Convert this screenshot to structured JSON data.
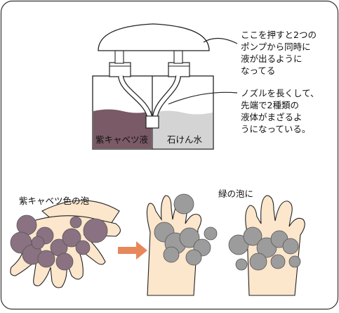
{
  "annotations": {
    "pump_note": "ここを押すと2つの\nポンプから同時に\n液が出るように\nなってる",
    "nozzle_note": "ノズルを長くして、\n先端で2種類の\n液体がまざるよ\nうになっている。"
  },
  "containers": {
    "left_label": "紫キャベツ液",
    "right_label": "石けん水"
  },
  "hands": {
    "before_label": "紫キャベツ色の泡",
    "after_label": "緑の泡に"
  },
  "colors": {
    "purple_liquid": "#7a5a66",
    "purple_foam": "#8a7282",
    "soap_liquid": "#d4d4d4",
    "green_foam_gray": "#9c9c9c",
    "skin": "#fce6cc",
    "arrow": "#e8875a"
  }
}
